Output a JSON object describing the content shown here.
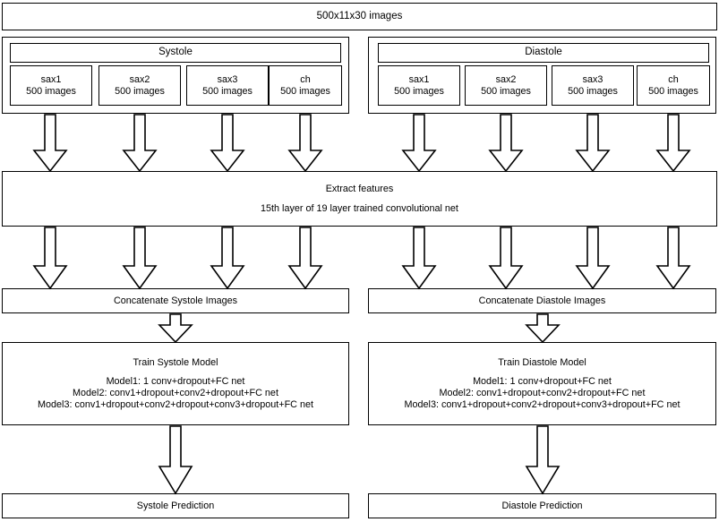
{
  "diagram": {
    "title": "Cardiac MRI Systole/Diastole CNN Pipeline Flowchart",
    "colors": {
      "stroke": "#000000",
      "fill": "#ffffff",
      "text": "#000000"
    },
    "top_box": {
      "label": "500x11x30 images"
    },
    "phases": [
      {
        "key": "systole",
        "header": "Systole",
        "channels": [
          {
            "name": "sax1",
            "count": "500 images"
          },
          {
            "name": "sax2",
            "count": "500 images"
          },
          {
            "name": "sax3",
            "count": "500 images"
          },
          {
            "name": "ch",
            "count": "500 images"
          }
        ],
        "concatenate": "Concatenate Systole Images",
        "train_title": "Train Systole Model",
        "models": [
          "Model1: 1 conv+dropout+FC net",
          "Model2: conv1+dropout+conv2+dropout+FC net",
          "Model3: conv1+dropout+conv2+dropout+conv3+dropout+FC net"
        ],
        "prediction": "Systole Prediction"
      },
      {
        "key": "diastole",
        "header": "Diastole",
        "channels": [
          {
            "name": "sax1",
            "count": "500 images"
          },
          {
            "name": "sax2",
            "count": "500 images"
          },
          {
            "name": "sax3",
            "count": "500 images"
          },
          {
            "name": "ch",
            "count": "500 images"
          }
        ],
        "concatenate": "Concatenate Diastole Images",
        "train_title": "Train Diastole Model",
        "models": [
          "Model1: 1 conv+dropout+FC net",
          "Model2: conv1+dropout+conv2+dropout+FC net",
          "Model3: conv1+dropout+conv2+dropout+conv3+dropout+FC net"
        ],
        "prediction": "Diastole Prediction"
      }
    ],
    "extract": {
      "title": "Extract features",
      "detail": "15th layer of 19 layer trained convolutional net"
    }
  }
}
